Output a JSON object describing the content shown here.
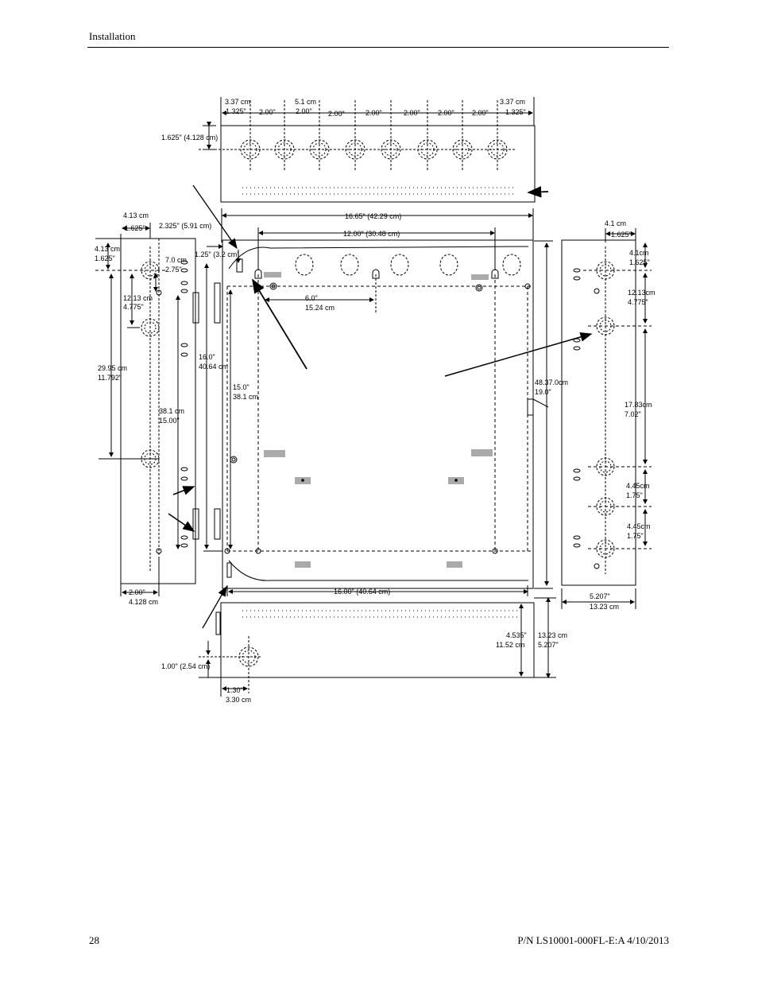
{
  "header": {
    "section": "Installation"
  },
  "footer": {
    "page_number": "28",
    "part_number": "P/N LS10001-000FL-E:A  4/10/2013"
  },
  "drawing": {
    "top_dims": {
      "left_cm": "3.37 cm",
      "left_in": "1.325\"",
      "spacing_cm": "5.1 cm",
      "spacing_in": "2.00\"",
      "right_cm": "3.37 cm",
      "right_in": "1.325\"",
      "top_offset": "1.625\" (4.128 cm)"
    },
    "overall": {
      "width": "16.65\" (42.29 cm)",
      "keyhole_span": "12.00\" (30.48 cm)",
      "keyhole_offset": "2.325\" (5.91 cm)",
      "keyhole_drop": "1.25\" (3.2 cm)",
      "bottom_width": "16.00\" (40.64 cm)"
    },
    "left_side": {
      "top_cm": "4.13  cm",
      "top_in": "1.625\"",
      "knock_cm": "4.13 cm",
      "knock_in": "1.625\"",
      "gap1_cm": "7.0 cm",
      "gap1_in": "2.75\"",
      "gap2_cm": "12.13 cm",
      "gap2_in": "4.775\"",
      "total_cm": "29.95 cm",
      "total_in": "11.792\"",
      "mount_cm": "38.1 cm",
      "mount_in": "15.00\"",
      "height_in": "16.0\"",
      "height_cm": "40.64 cm",
      "bottom_in": "2.00\"",
      "bottom_cm": "4.128  cm"
    },
    "center": {
      "offset_in": "6.0\"",
      "offset_cm": "15.24 cm",
      "height_in": "15.0\"",
      "height_cm": "38.1 cm",
      "enclosure_cm": "48.37.0cm",
      "enclosure_in": "19.0\""
    },
    "right_side": {
      "top_cm": "4.1 cm",
      "top_in": "1.625\"",
      "knock_cm": "4.1cm",
      "knock_in": "1.625\"",
      "gap1_cm": "12.13cm",
      "gap1_in": "4.775\"",
      "gap2_cm": "17.83cm",
      "gap2_in": "7.02\"",
      "gap3_cm": "4.45cm",
      "gap3_in": "1.75\"",
      "gap4_cm": "4.45cm",
      "gap4_in": "1.75\"",
      "depth_in": "5.207\"",
      "depth_cm": "13.23 cm"
    },
    "bottom_panel": {
      "knock_offset": "1.00\" (2.54 cm)",
      "left_in": "1.30\"",
      "left_cm": "3.30 cm",
      "depth_in": "4.535\"",
      "depth_cm": "11.52 cm",
      "total_cm": "13.23 cm",
      "total_in": "5.207\""
    }
  }
}
